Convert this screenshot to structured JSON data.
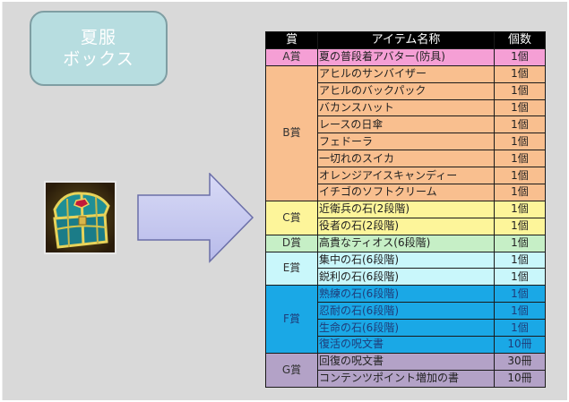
{
  "label_box": {
    "line1": "夏服",
    "line2": "ボックス"
  },
  "icon": {
    "name": "treasure-chest-icon"
  },
  "arrow": {
    "name": "right-arrow-icon",
    "fill": "#c9cbf0",
    "stroke": "#6b6fa8"
  },
  "table": {
    "headers": {
      "prize": "賞",
      "item_name": "アイテム名称",
      "quantity": "個数"
    },
    "groups": [
      {
        "prize": "A賞",
        "color": "#f59fd5",
        "items": [
          {
            "name": "夏の普段着アバター(防具)",
            "qty": "1個"
          }
        ]
      },
      {
        "prize": "B賞",
        "color": "#f9bf8f",
        "items": [
          {
            "name": "アヒルのサンバイザー",
            "qty": "1個"
          },
          {
            "name": "アヒルのバックパック",
            "qty": "1個"
          },
          {
            "name": "バカンスハット",
            "qty": "1個"
          },
          {
            "name": "レースの日傘",
            "qty": "1個"
          },
          {
            "name": "フェドーラ",
            "qty": "1個"
          },
          {
            "name": "一切れのスイカ",
            "qty": "1個"
          },
          {
            "name": "オレンジアイスキャンディー",
            "qty": "1個"
          },
          {
            "name": "イチゴのソフトクリーム",
            "qty": "1個"
          }
        ]
      },
      {
        "prize": "C賞",
        "color": "#fdf59a",
        "items": [
          {
            "name": "近衛兵の石(2段階)",
            "qty": "1個"
          },
          {
            "name": "役者の石(2段階)",
            "qty": "1個"
          }
        ]
      },
      {
        "prize": "D賞",
        "color": "#c6efc6",
        "items": [
          {
            "name": "高貴なティオス(6段階)",
            "qty": "1個"
          }
        ]
      },
      {
        "prize": "E賞",
        "color": "#c9f7fb",
        "items": [
          {
            "name": "集中の石(6段階)",
            "qty": "1個"
          },
          {
            "name": "鋭利の石(6段階)",
            "qty": "1個"
          }
        ]
      },
      {
        "prize": "F賞",
        "color": "#1aa8e6",
        "items": [
          {
            "name": "熟練の石(6段階)",
            "qty": "1個"
          },
          {
            "name": "忍耐の石(6段階)",
            "qty": "1個"
          },
          {
            "name": "生命の石(6段階)",
            "qty": "1個"
          },
          {
            "name": "復活の呪文書",
            "qty": "10冊"
          }
        ]
      },
      {
        "prize": "G賞",
        "color": "#b3a2c7",
        "items": [
          {
            "name": "回復の呪文書",
            "qty": "30冊"
          },
          {
            "name": "コンテンツポイント増加の書",
            "qty": "10冊"
          }
        ]
      }
    ]
  }
}
